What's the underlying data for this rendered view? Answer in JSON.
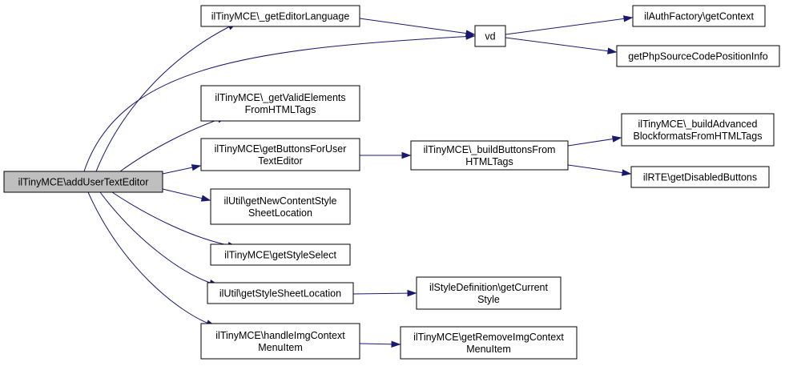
{
  "colors": {
    "edge": "#191970",
    "root_fill": "#bfbfbf",
    "node_fill": "#ffffff",
    "border": "#000000"
  },
  "nodes": {
    "root": {
      "lines": [
        "ilTinyMCE\\addUserTextEditor"
      ],
      "highlight": true
    },
    "getEditorLanguage": {
      "lines": [
        "ilTinyMCE\\_getEditorLanguage"
      ]
    },
    "vd": {
      "lines": [
        "vd"
      ]
    },
    "getContext": {
      "lines": [
        "ilAuthFactory\\getContext"
      ]
    },
    "getPhpSource": {
      "lines": [
        "getPhpSourceCodePositionInfo"
      ]
    },
    "getValidElements": {
      "lines": [
        "ilTinyMCE\\_getValidElements",
        "FromHTMLTags"
      ]
    },
    "getButtonsForUser": {
      "lines": [
        "ilTinyMCE\\getButtonsForUser",
        "TextEditor"
      ]
    },
    "buildButtons": {
      "lines": [
        "ilTinyMCE\\_buildButtonsFrom",
        "HTMLTags"
      ]
    },
    "buildAdvanced": {
      "lines": [
        "ilTinyMCE\\_buildAdvanced",
        "BlockformatsFromHTMLTags"
      ]
    },
    "getDisabled": {
      "lines": [
        "ilRTE\\getDisabledButtons"
      ]
    },
    "getNewContent": {
      "lines": [
        "ilUtil\\getNewContentStyle",
        "SheetLocation"
      ]
    },
    "getStyleSelect": {
      "lines": [
        "ilTinyMCE\\getStyleSelect"
      ]
    },
    "getStyleSheet": {
      "lines": [
        "ilUtil\\getStyleSheetLocation"
      ]
    },
    "getCurrentStyle": {
      "lines": [
        "ilStyleDefinition\\getCurrent",
        "Style"
      ]
    },
    "handleImg": {
      "lines": [
        "ilTinyMCE\\handleImgContext",
        "MenuItem"
      ]
    },
    "getRemoveImg": {
      "lines": [
        "ilTinyMCE\\getRemoveImgContext",
        "MenuItem"
      ]
    }
  }
}
